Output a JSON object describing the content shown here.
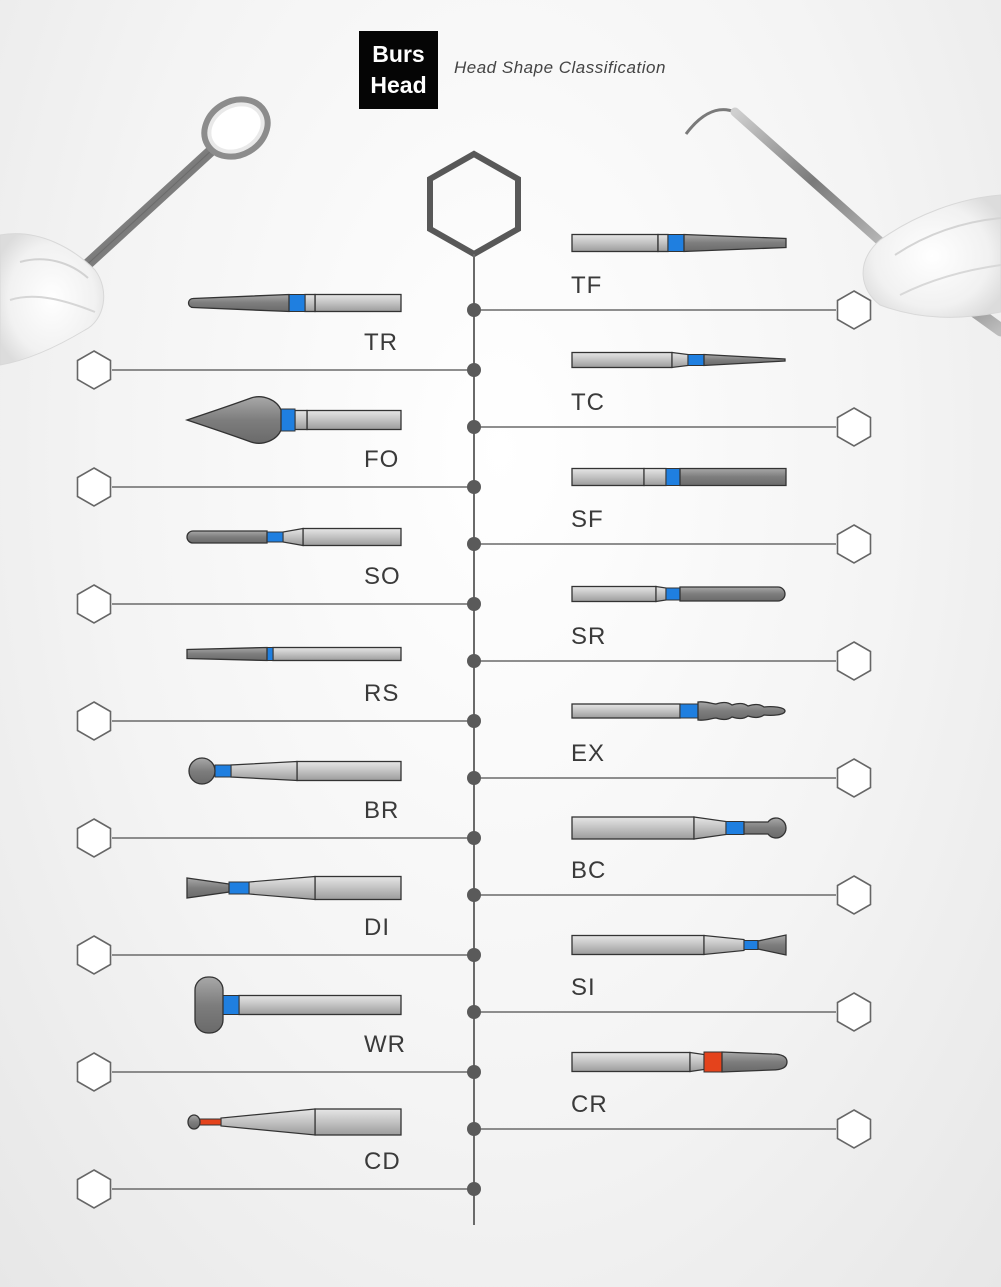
{
  "header": {
    "badge_line1": "Burs",
    "badge_line2": "Head",
    "subtitle": "Head Shape Classification"
  },
  "colors": {
    "accent_blue": "#1f7fe0",
    "accent_red": "#e4431c",
    "shank_fill": "#c4c4c4",
    "head_fill": "#8a8a8a",
    "line": "#6a6a6a"
  },
  "left_burs": [
    "TR",
    "FO",
    "SO",
    "RS",
    "BR",
    "DI",
    "WR",
    "CD"
  ],
  "right_burs": [
    "TF",
    "TC",
    "SF",
    "SR",
    "EX",
    "BC",
    "SI",
    "CR"
  ]
}
